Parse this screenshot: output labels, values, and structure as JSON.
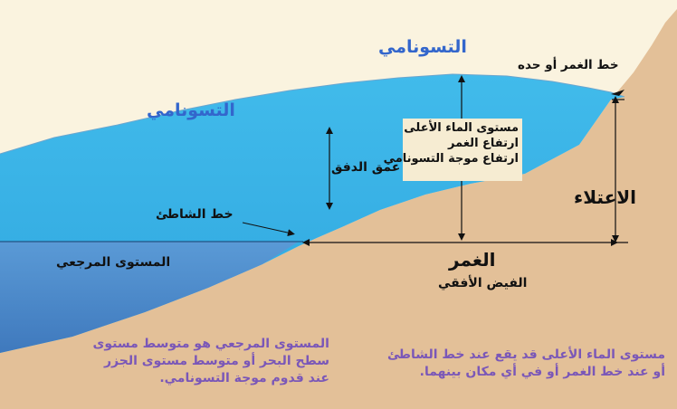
{
  "labels": {
    "tsunami_top": "التسونامي",
    "tsunami_left": "التسونامي",
    "inundation_line": "خط الغمر أو حده",
    "max_water_level": "مستوى الماء الأعلى",
    "runup_height": "ارتفاع الغمر",
    "tsunami_height": "ارتفاع موجة التسونامي",
    "flow_depth": "عمق الدفق",
    "runup": "الاعتلاء",
    "shoreline": "خط الشاطئ",
    "reference_level": "المستوى المرجعي",
    "inundation": "الغمر",
    "horizontal_inundation": "الفيض الأفقي"
  },
  "notes": {
    "reference_level_line1": "المستوى المرجعي هو متوسط مستوى",
    "reference_level_line2": "سطح البحر أو متوسط مستوى الجزر",
    "reference_level_line3": "عند قدوم موجة التسونامي.",
    "max_level_line1": "مستوى الماء الأعلى قد يقع عند خط الشاطئ",
    "max_level_line2": "أو عند خط الغمر أو في أي مكان بينهما."
  },
  "colors": {
    "sky": "#faf3df",
    "land": "#e3c098",
    "tsunami_water": "#3fb6e8",
    "sea_below_reference": "#4f8fd0",
    "label_blue": "#3366cc",
    "note_purple": "#7a57b8",
    "label_box": "#f6ecd2"
  }
}
